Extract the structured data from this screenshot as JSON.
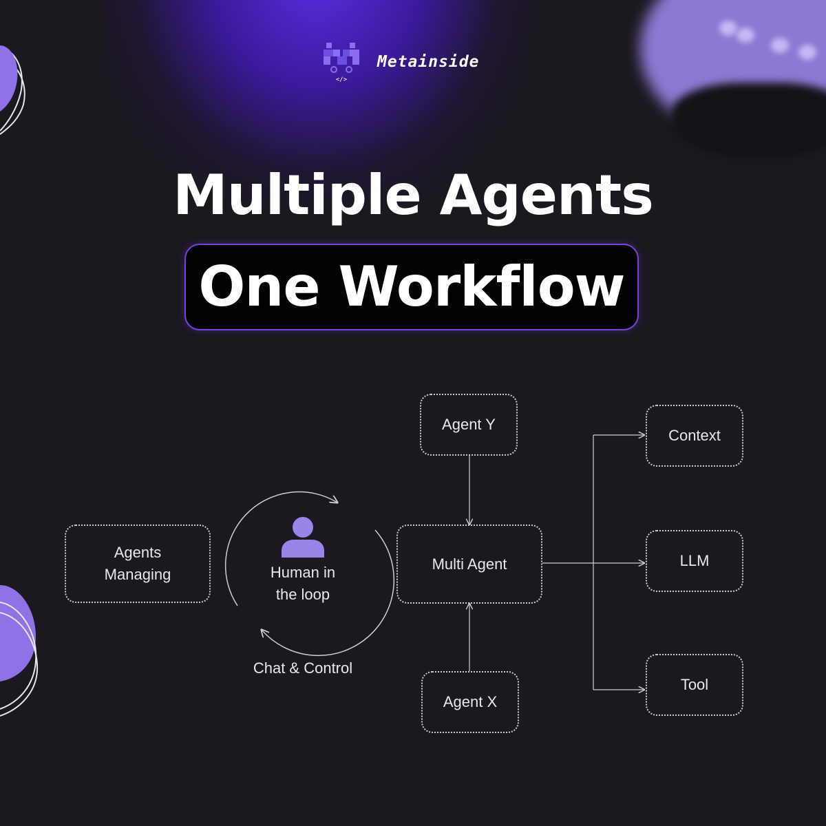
{
  "brand": {
    "name": "Metainside",
    "logo_icon": "robot-logo-icon"
  },
  "heading": {
    "title": "Multiple Agents",
    "subtitle": "One Workflow"
  },
  "colors": {
    "background": "#1b181f",
    "accent": "#7a3fe0",
    "icon": "#9a84e6",
    "text": "#ffffff"
  },
  "diagram": {
    "agents_managing": "Agents Managing",
    "human_in_loop": "Human in the loop",
    "chat_control": "Chat & Control",
    "multi_agent": "Multi Agent",
    "agent_y": "Agent Y",
    "agent_x": "Agent X",
    "context": "Context",
    "llm": "LLM",
    "tool": "Tool"
  }
}
